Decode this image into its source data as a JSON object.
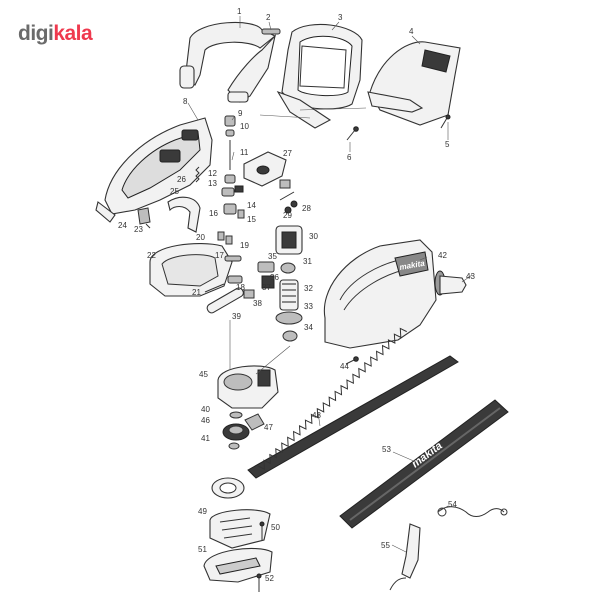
{
  "logo": {
    "part1": "digi",
    "part2": "kala"
  },
  "diagram": {
    "brand_label": "makita",
    "callouts": [
      "1",
      "2",
      "3",
      "4",
      "5",
      "6",
      "8",
      "9",
      "10",
      "11",
      "12",
      "13",
      "14",
      "15",
      "16",
      "17",
      "18",
      "19",
      "20",
      "21",
      "22",
      "23",
      "24",
      "25",
      "26",
      "27",
      "28",
      "29",
      "30",
      "31",
      "32",
      "33",
      "34",
      "35",
      "36",
      "37",
      "38",
      "39",
      "40",
      "41",
      "42",
      "43",
      "44",
      "45",
      "46",
      "47",
      "48",
      "49",
      "50",
      "51",
      "52",
      "53",
      "54",
      "55"
    ]
  }
}
